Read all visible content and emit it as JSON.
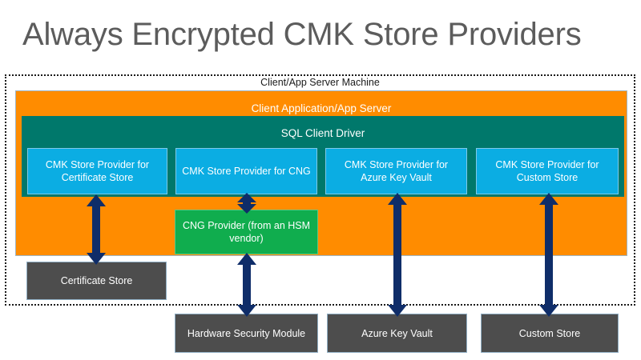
{
  "title": "Always Encrypted CMK Store Providers",
  "colors": {
    "orange": "#FF8C00",
    "teal": "#00786B",
    "blue": "#0BADE3",
    "green": "#10AD4E",
    "gray": "#4D4D4D",
    "arrow_navy": "#0F2D69",
    "title_gray": "#5C5C5C",
    "boundary": "#1A1A1A"
  },
  "boundary": {
    "label": "Client/App Server Machine",
    "style": "dotted"
  },
  "bands": [
    {
      "name": "application",
      "label": "Client Application/App Server",
      "color": "#FF8C00"
    },
    {
      "name": "driver",
      "label": "SQL Client Driver",
      "color": "#00786B"
    }
  ],
  "providers": [
    {
      "label": "CMK Store Provider for Certificate Store"
    },
    {
      "label": "CMK Store Provider for CNG"
    },
    {
      "label": "CMK Store Provider for Azure Key Vault"
    },
    {
      "label": "CMK Store Provider for Custom Store"
    }
  ],
  "cng_provider": {
    "label": "CNG Provider (from an HSM vendor)"
  },
  "stores": [
    {
      "name": "certificate-store",
      "label": "Certificate Store",
      "inside_boundary": true
    },
    {
      "name": "hardware-security-module",
      "label": "Hardware Security Module",
      "inside_boundary": false
    },
    {
      "name": "azure-key-vault",
      "label": "Azure Key Vault",
      "inside_boundary": false
    },
    {
      "name": "custom-store",
      "label": "Custom Store",
      "inside_boundary": false
    }
  ],
  "connectors": [
    {
      "from": "CMK Store Provider for Certificate Store",
      "to": "Certificate Store",
      "heads": "double"
    },
    {
      "from": "CMK Store Provider for CNG",
      "to": "CNG Provider (from an HSM vendor)",
      "heads": "double"
    },
    {
      "from": "CNG Provider (from an HSM vendor)",
      "to": "Hardware Security Module",
      "heads": "double"
    },
    {
      "from": "CMK Store Provider for Azure Key Vault",
      "to": "Azure Key Vault",
      "heads": "double"
    },
    {
      "from": "CMK Store Provider for Custom Store",
      "to": "Custom Store",
      "heads": "double"
    }
  ]
}
